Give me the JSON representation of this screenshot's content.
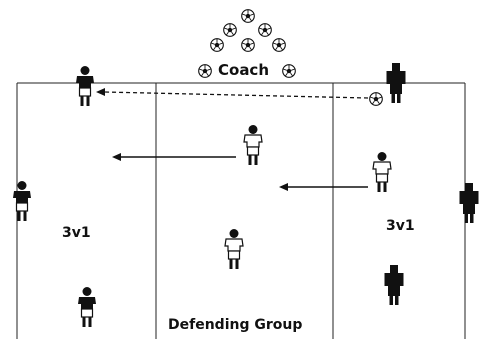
{
  "labels": {
    "coach": "Coach",
    "left_zone": "3v1",
    "right_zone": "3v1",
    "middle_zone": "Defending Group"
  },
  "colors": {
    "line": "#222222",
    "dark_team": "#111111",
    "light_team": "#ffffff"
  },
  "icons": {
    "ball": "soccer-ball-icon",
    "dark_player": "dark-player-icon",
    "light_player": "light-player-icon"
  }
}
